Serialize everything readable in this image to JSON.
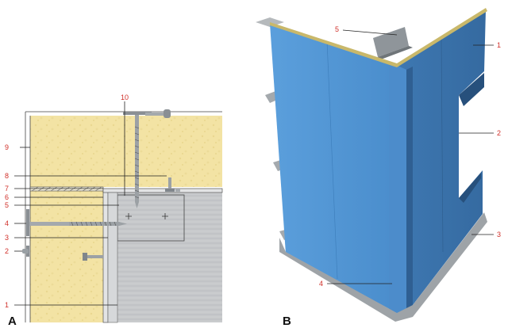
{
  "panels": [
    {
      "letter": "A",
      "callouts": [
        "10",
        "9",
        "8",
        "7",
        "6",
        "5",
        "4",
        "3",
        "2",
        "1"
      ]
    },
    {
      "letter": "B",
      "callouts": [
        "5",
        "1",
        "2",
        "3",
        "4"
      ]
    }
  ],
  "colors": {
    "insulation": "#f2e3a6",
    "steel": "#b9bcbf",
    "panel_blue": "#4f93d1",
    "panel_blue_dark": "#3d77b0",
    "frame_grey": "#9fa5a9",
    "callout_red": "#d0302a"
  }
}
